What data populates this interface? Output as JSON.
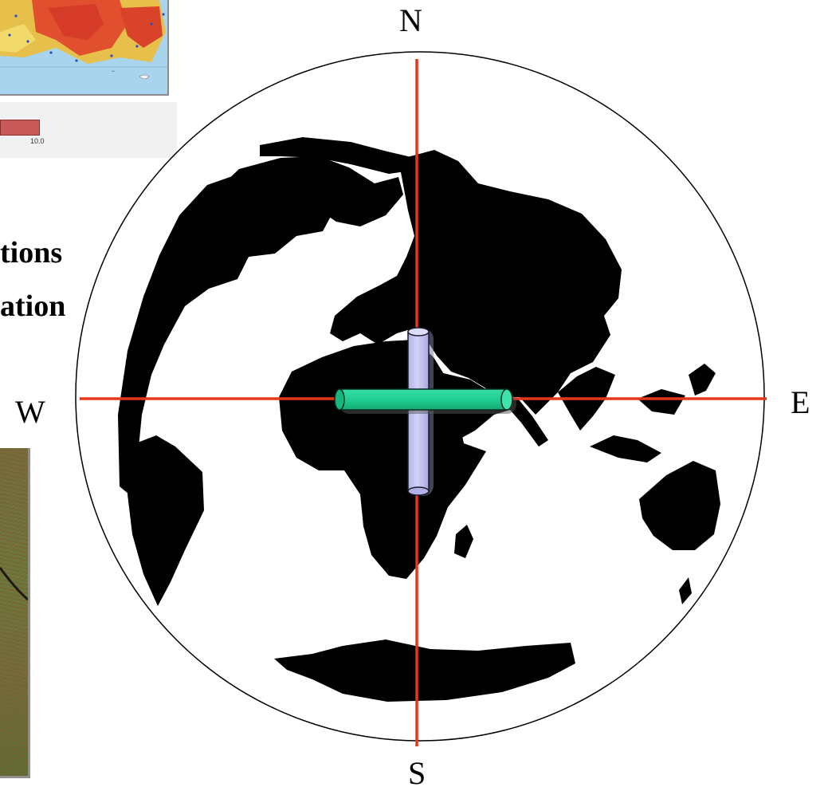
{
  "compass": {
    "north": "N",
    "south": "S",
    "west": "W",
    "east": "E"
  },
  "slide_text": {
    "line1": "tions",
    "line2": "ation"
  },
  "map_inset": {
    "scale_max_label": "10.0"
  },
  "colors": {
    "axis_line": "#e8361a",
    "continents": "#000000",
    "ocean_background": "#ffffff",
    "vertical_cylinder": "#c9c8f2",
    "horizontal_cylinder": "#1fcf92",
    "map_water": "#a9d4ee",
    "scale_bar": "#c85a5a"
  }
}
